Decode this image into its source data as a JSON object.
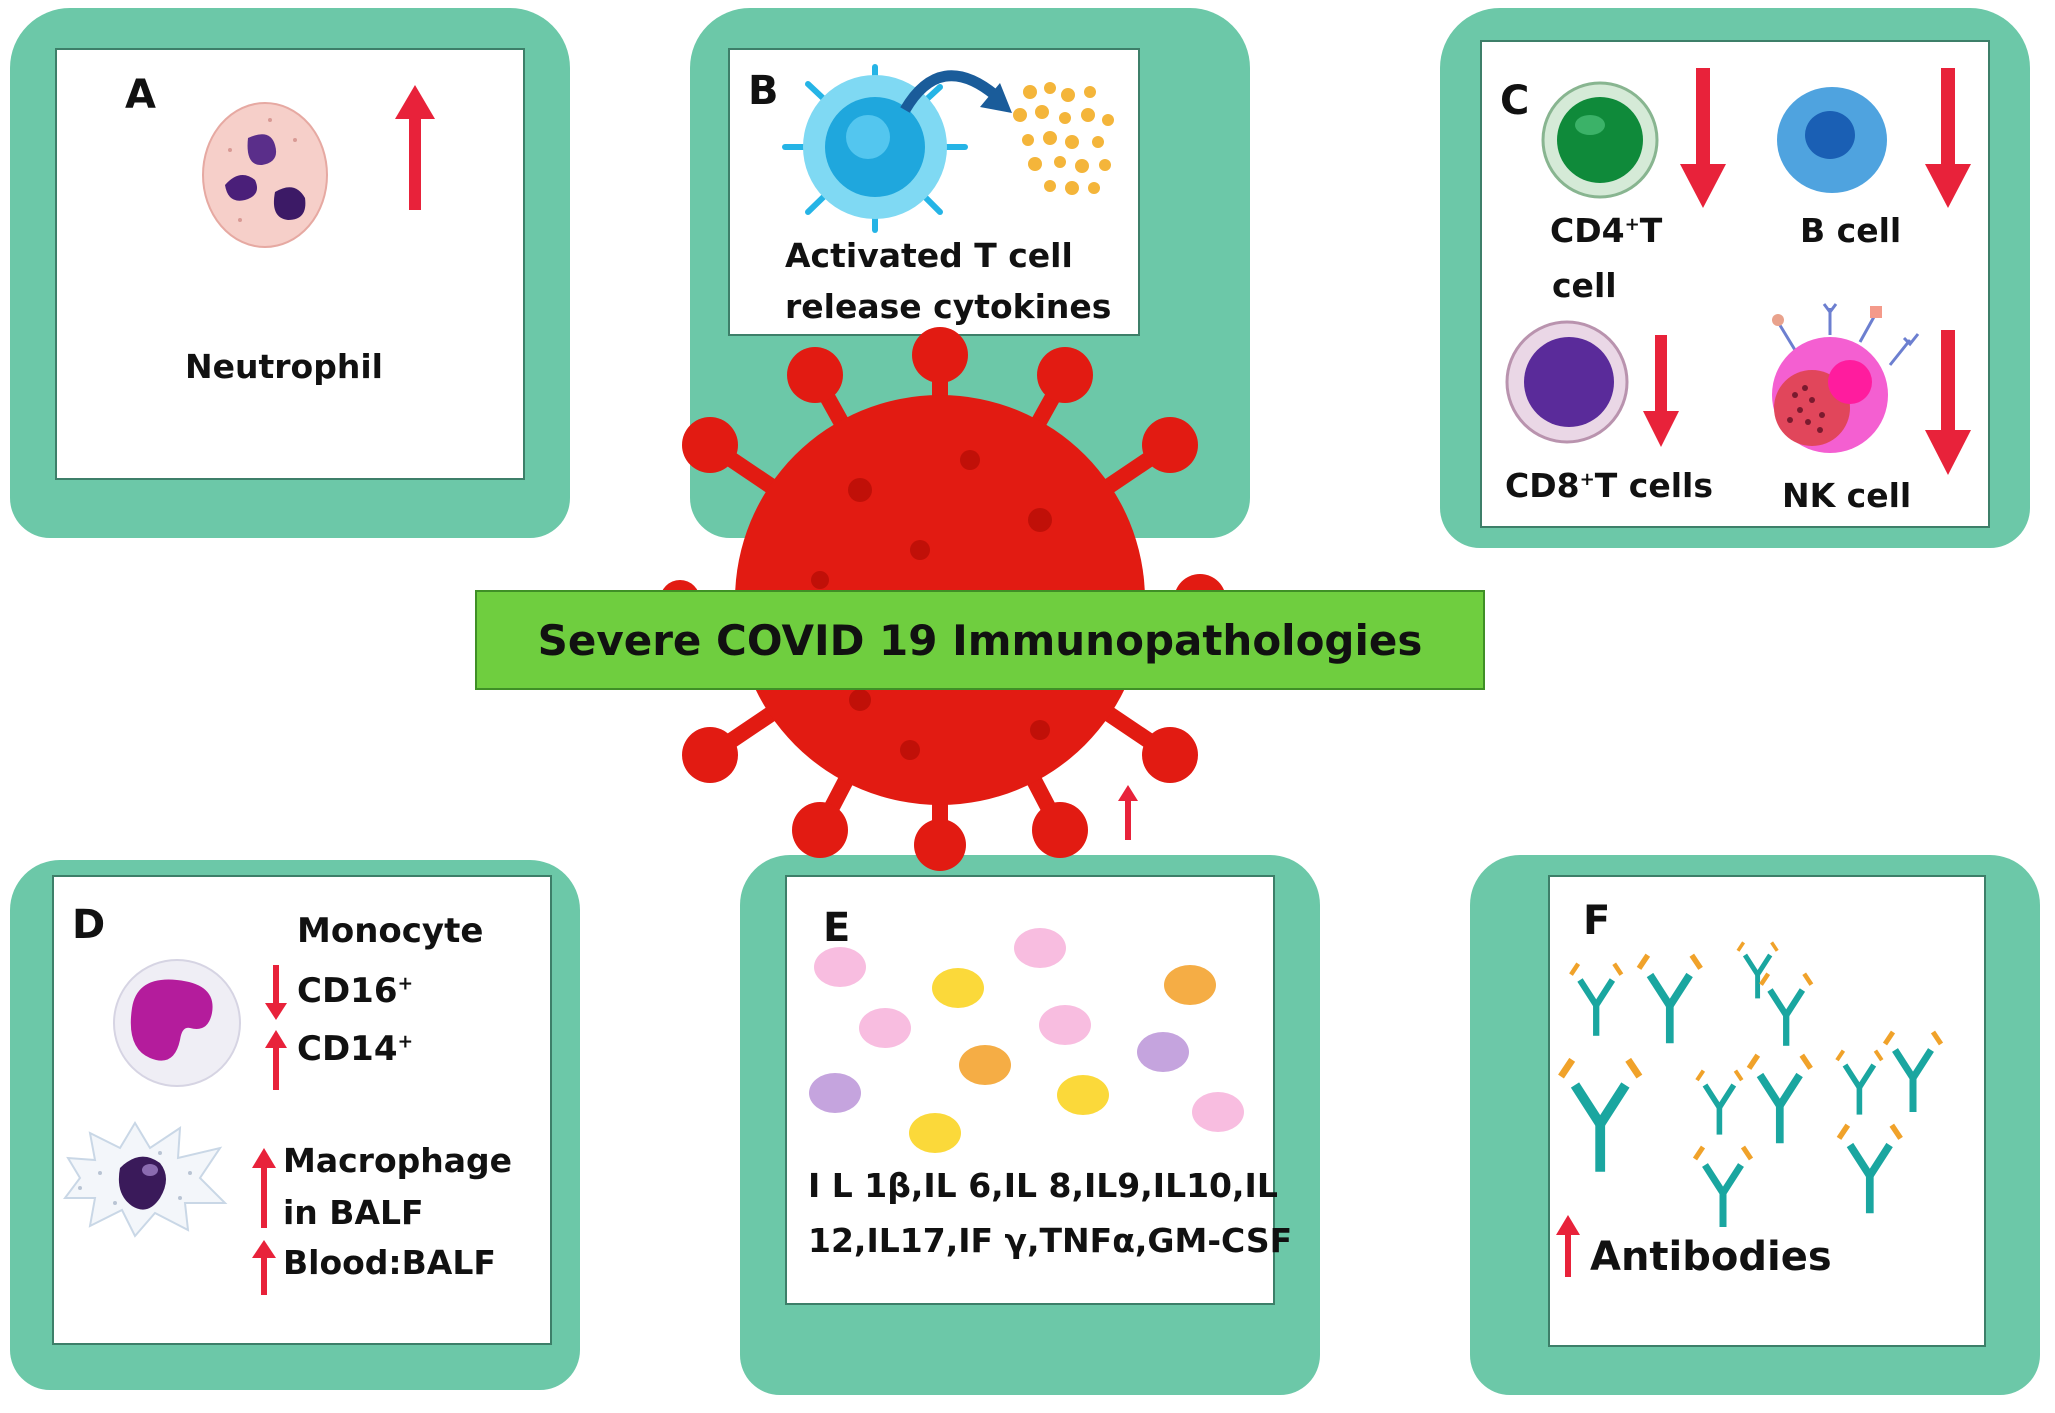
{
  "banner": {
    "title": "Severe COVID 19 Immunopathologies"
  },
  "panels": {
    "a": {
      "letter": "A",
      "label": "Neutrophil"
    },
    "b": {
      "letter": "B",
      "line1": "Activated T cell",
      "line2": "release cytokines"
    },
    "c": {
      "letter": "C",
      "cd4_line1": "CD4",
      "cd4_sup": "+",
      "cd4_line1_tail": "T",
      "cd4_line2": "cell",
      "bcell": "B cell",
      "cd8_main": "CD8",
      "cd8_sup": "+",
      "cd8_tail": "T cells",
      "nk": "NK cell"
    },
    "d": {
      "letter": "D",
      "monocyte": "Monocyte",
      "cd16": "CD16",
      "cd16_sup": "+",
      "cd14": "CD14",
      "cd14_sup": "+",
      "macrophage": "Macrophage",
      "in_balf": "in BALF",
      "blood_balf": "Blood:BALF"
    },
    "e": {
      "letter": "E",
      "line1": "I L 1β,IL 6,IL 8,IL9,IL10,IL",
      "line2": "12,IL17,IF  γ,TNFα,GM-CSF"
    },
    "f": {
      "letter": "F",
      "label": "Antibodies"
    }
  },
  "colors": {
    "frame": "#6cc8a8",
    "up_arrow": "#e8223a",
    "down_arrow": "#e8223a",
    "virus": "#e21b12",
    "banner": "#6fce3f",
    "antibody": "#1aa6a0",
    "antigen": "#f0a22a"
  },
  "icons": [
    "neutrophil-icon",
    "activated-t-cell-icon",
    "cytokine-cluster-icon",
    "cd4-t-cell-icon",
    "b-cell-icon",
    "cd8-t-cell-icon",
    "nk-cell-icon",
    "virus-icon",
    "monocyte-icon",
    "macrophage-icon",
    "cytokine-dots-icon",
    "antibody-icon"
  ]
}
